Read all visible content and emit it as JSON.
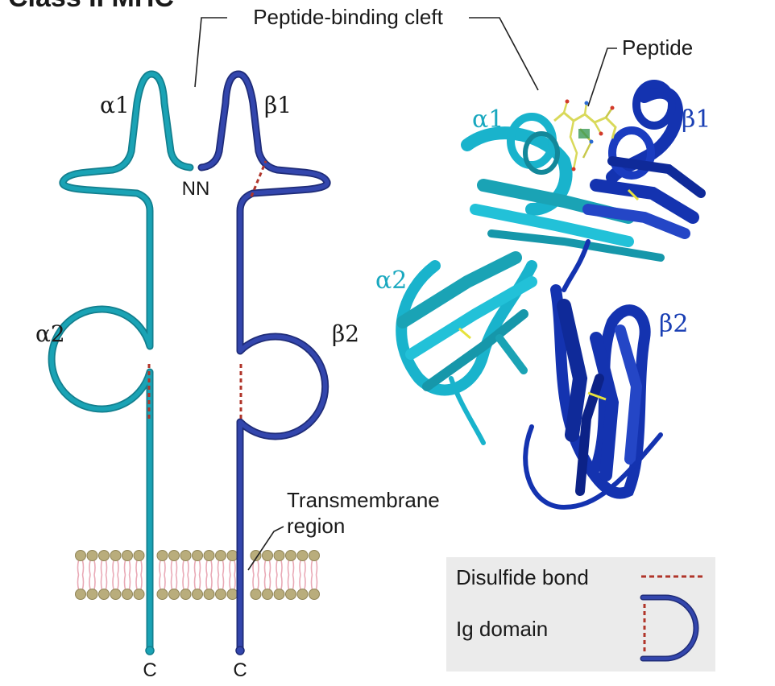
{
  "header": {
    "partial_title": "Class II MHC"
  },
  "schematic": {
    "peptide_binding_cleft": "Peptide-binding cleft",
    "alpha1": "α1",
    "beta1": "β1",
    "alpha2": "α2",
    "beta2": "β2",
    "n_terminus": "NN",
    "c_left": "C",
    "c_right": "C",
    "transmembrane": [
      "Transmembrane",
      "region"
    ]
  },
  "structure": {
    "peptide": "Peptide",
    "alpha1": "α1",
    "beta1": "β1",
    "alpha2": "α2",
    "beta2": "β2"
  },
  "legend": {
    "disulfide_bond": "Disulfide bond",
    "ig_domain": "Ig domain"
  },
  "colors": {
    "alpha_chain": "#1aa3b5",
    "beta_chain": "#2e3f9e",
    "alpha_structure": "#19b3cc",
    "beta_structure": "#1433b0",
    "disulfide": "#b0352a",
    "membrane_head": "#b9ad7c",
    "membrane_tail": "#e9a9b6",
    "peptide": "#d9d95a",
    "legend_bg": "#ebebeb"
  }
}
